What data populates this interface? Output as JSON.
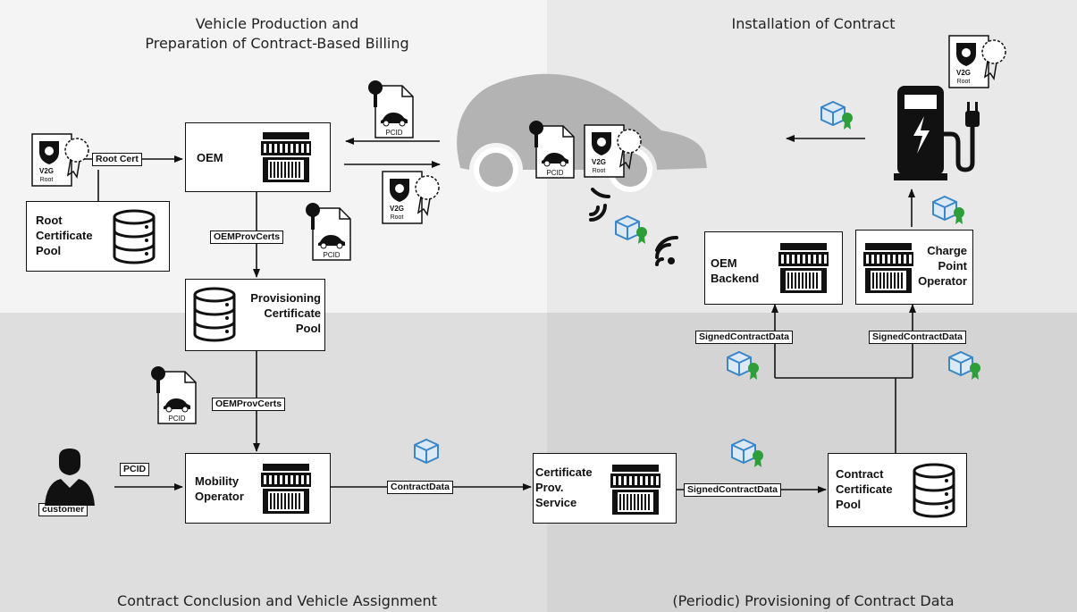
{
  "quadrants": {
    "top_left_title_line1": "Vehicle Production and",
    "top_left_title_line2": "Preparation of Contract-Based Billing",
    "top_right_title": "Installation of Contract",
    "bottom_left_title": "Contract Conclusion and Vehicle Assignment",
    "bottom_right_title": "(Periodic) Provisioning of Contract Data"
  },
  "nodes": {
    "oem": "OEM",
    "root_pool_line1": "Root",
    "root_pool_line2": "Certificate",
    "root_pool_line3": "Pool",
    "prov_pool_line1": "Provisioning",
    "prov_pool_line2": "Certificate",
    "prov_pool_line3": "Pool",
    "mobility_line1": "Mobility",
    "mobility_line2": "Operator",
    "cps_line1": "Certificate",
    "cps_line2": "Prov.",
    "cps_line3": "Service",
    "contract_pool_line1": "Contract",
    "contract_pool_line2": "Certificate",
    "contract_pool_line3": "Pool",
    "oem_backend_line1": "OEM",
    "oem_backend_line2": "Backend",
    "cpo_line1": "Charge",
    "cpo_line2": "Point",
    "cpo_line3": "Operator"
  },
  "edge_labels": {
    "root_cert": "Root Cert",
    "oem_prov_certs_1": "OEMProvCerts",
    "oem_prov_certs_2": "OEMProvCerts",
    "pcid": "PCID",
    "customer": "customer",
    "contract_data": "ContractData",
    "signed_contract_data_1": "SignedContractData",
    "signed_contract_data_2": "SignedContractData",
    "signed_contract_data_3": "SignedContractData"
  },
  "icon_labels": {
    "pcid": "PCID",
    "v2g_line1": "V2G",
    "v2g_line2": "Root"
  },
  "colors": {
    "quad_top_left": "#f4f4f4",
    "quad_top_right": "#e9e9e9",
    "quad_bottom_left": "#dedede",
    "quad_bottom_right": "#d4d4d4",
    "car": "#b3b3b3",
    "package_blue": "#3a86c8",
    "ribbon_green": "#2e9e3a"
  },
  "icons": [
    "server-icon",
    "database-icon",
    "pcid-document-icon",
    "v2g-root-certificate-icon",
    "contract-package-icon",
    "car-icon",
    "charging-station-icon",
    "wireless-signal-icon",
    "customer-person-icon"
  ]
}
